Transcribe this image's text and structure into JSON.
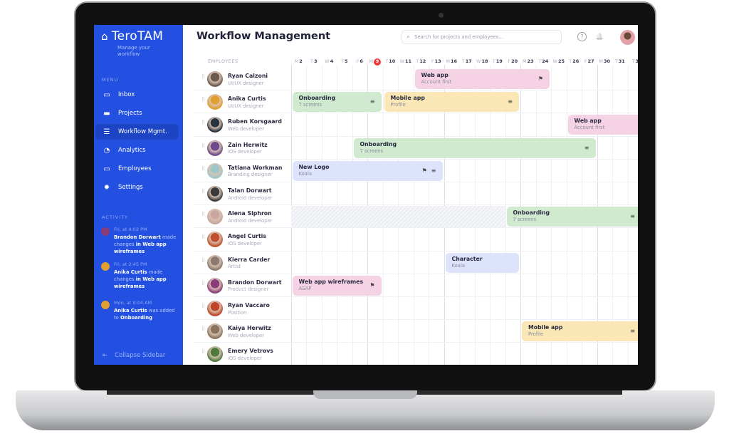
{
  "app": {
    "name": "TeroTAM",
    "tagline": "Manage your workflow"
  },
  "sidebar": {
    "menu_label": "MENU",
    "items": [
      {
        "label": "Inbox",
        "icon": "inbox-icon",
        "glyph": "▭",
        "active": false
      },
      {
        "label": "Projects",
        "icon": "folder-icon",
        "glyph": "▬",
        "active": false
      },
      {
        "label": "Workflow Mgmt.",
        "icon": "workflow-icon",
        "glyph": "☰",
        "active": true
      },
      {
        "label": "Analytics",
        "icon": "analytics-icon",
        "glyph": "◔",
        "active": false
      },
      {
        "label": "Employees",
        "icon": "employees-icon",
        "glyph": "▭",
        "active": false
      },
      {
        "label": "Settings",
        "icon": "gear-icon",
        "glyph": "✹",
        "active": false
      }
    ],
    "activity_label": "ACTIVITY",
    "activity": [
      {
        "time": "Fri, at 4:02 PM",
        "who": "Brandon Dorwart",
        "mid": " made changes ",
        "what": "in Web app wireframes",
        "avatar": "#8a3c7a"
      },
      {
        "time": "Fri, at 2:45 PM",
        "who": "Anika Curtis",
        "mid": " made changes ",
        "what": "in Web app wireframes",
        "avatar": "#e0a030"
      },
      {
        "time": "Mon, at 9:04 AM",
        "who": "Anika Curtis",
        "mid": " was added to ",
        "what": "Onboarding",
        "avatar": "#e0a030"
      }
    ],
    "collapse_label": "Collapse Sidebar"
  },
  "header": {
    "title": "Workflow Management",
    "search_placeholder": "Search for projects and employees...",
    "help": "?",
    "bell": "🔔"
  },
  "schedule": {
    "employees_header": "EMPLOYEES",
    "days": [
      [
        "M",
        "2"
      ],
      [
        "T",
        "3"
      ],
      [
        "W",
        "4"
      ],
      [
        "T",
        "5"
      ],
      [
        "F",
        "6"
      ],
      [
        "M",
        "9"
      ],
      [
        "T",
        "10"
      ],
      [
        "W",
        "11"
      ],
      [
        "T",
        "12"
      ],
      [
        "F",
        "13"
      ],
      [
        "M",
        "16"
      ],
      [
        "T",
        "17"
      ],
      [
        "W",
        "18"
      ],
      [
        "T",
        "19"
      ],
      [
        "F",
        "20"
      ],
      [
        "M",
        "23"
      ],
      [
        "T",
        "24"
      ],
      [
        "W",
        "25"
      ],
      [
        "T",
        "26"
      ],
      [
        "F",
        "27"
      ],
      [
        "M",
        "30"
      ],
      [
        "T",
        "31"
      ],
      [
        "T",
        "3"
      ]
    ],
    "today_index": 5,
    "employees": [
      {
        "name": "Ryan Calzoni",
        "role": "UI/UX designer",
        "avatar": "#6d5a4e"
      },
      {
        "name": "Anika Curtis",
        "role": "UI/UX designer",
        "avatar": "#e0a030"
      },
      {
        "name": "Ruben Korsgaard",
        "role": "Web developer",
        "avatar": "#2a3340"
      },
      {
        "name": "Zain Herwitz",
        "role": "iOS developer",
        "avatar": "#6c4b8e"
      },
      {
        "name": "Tatiana Workman",
        "role": "Branding designer",
        "avatar": "#9fc7c9"
      },
      {
        "name": "Talan Dorwart",
        "role": "Android developer",
        "avatar": "#3a3a3a"
      },
      {
        "name": "Alena Siphron",
        "role": "Android developer",
        "avatar": "#c9a6a0"
      },
      {
        "name": "Angel Curtis",
        "role": "iOS developer",
        "avatar": "#c0502e"
      },
      {
        "name": "Kierra Carder",
        "role": "Artist",
        "avatar": "#8b7a70"
      },
      {
        "name": "Brandon Dorwart",
        "role": "Product designer",
        "avatar": "#8a3c7a"
      },
      {
        "name": "Ryan Vaccaro",
        "role": "Position",
        "avatar": "#c04428"
      },
      {
        "name": "Kaiya Herwitz",
        "role": "Web developer",
        "avatar": "#8a7560"
      },
      {
        "name": "Emery Vetrovs",
        "role": "iOS developer",
        "avatar": "#4f7a3e"
      }
    ],
    "unavailable": [
      {
        "row": 6,
        "start": 0,
        "end": 13
      }
    ],
    "tasks": [
      {
        "row": 0,
        "start": 8,
        "end": 16,
        "title": "Web app",
        "sub": "Account first",
        "color": "#f5d3e4",
        "flag": true,
        "notes": false
      },
      {
        "row": 1,
        "start": 0,
        "end": 5,
        "title": "Onboarding",
        "sub": "7 screens",
        "color": "#cfeacf",
        "flag": false,
        "notes": true
      },
      {
        "row": 1,
        "start": 6,
        "end": 14,
        "title": "Mobile app",
        "sub": "Profile",
        "color": "#fbe6b6",
        "flag": false,
        "notes": true
      },
      {
        "row": 2,
        "start": 18,
        "end": 23,
        "title": "Web app",
        "sub": "Account first",
        "color": "#f5d3e4",
        "flag": false,
        "notes": false
      },
      {
        "row": 3,
        "start": 4,
        "end": 19,
        "title": "Onboarding",
        "sub": "7 screens",
        "color": "#cfeacf",
        "flag": false,
        "notes": true
      },
      {
        "row": 4,
        "start": 0,
        "end": 9,
        "title": "New Logo",
        "sub": "Koala",
        "color": "#dde3fb",
        "flag": true,
        "notes": true
      },
      {
        "row": 6,
        "start": 14,
        "end": 22,
        "title": "Onboarding",
        "sub": "7 screens",
        "color": "#cfeacf",
        "flag": false,
        "notes": true
      },
      {
        "row": 8,
        "start": 10,
        "end": 14,
        "title": "Character",
        "sub": "Koala",
        "color": "#dde3fb",
        "flag": false,
        "notes": false
      },
      {
        "row": 9,
        "start": 0,
        "end": 5,
        "title": "Web app wireframes",
        "sub": "ASAP",
        "color": "#f5d3e4",
        "flag": true,
        "notes": false
      },
      {
        "row": 11,
        "start": 15,
        "end": 22,
        "title": "Mobile app",
        "sub": "Profile",
        "color": "#fbe6b6",
        "flag": false,
        "notes": true
      }
    ]
  },
  "colors": {
    "sidebar": "#2350e0",
    "sidebar_active": "#1d44c4",
    "today": "#f03a3a"
  }
}
